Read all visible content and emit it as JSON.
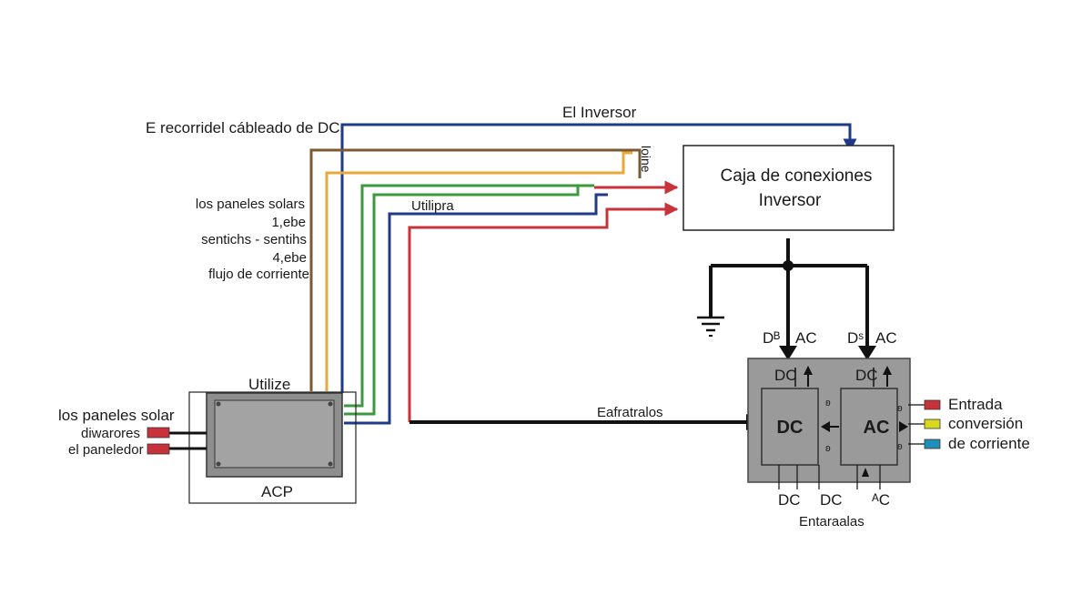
{
  "labels": {
    "inverter_title": "El Inversor",
    "dc_route": "E recorridel cábleado de DC",
    "vertical_tag": "loine",
    "utilize_top": "Utilipra",
    "panels_solars": "los paneles solars",
    "side_1": "1,ebe",
    "side_2": "sentichs - sentihs",
    "side_3": "4,ebe",
    "side_4": "flujo de corriente",
    "utilize_box": "Utilize",
    "acp": "ACP",
    "panels_solar": "los paneles solar",
    "divarores": "diwarores",
    "paneledor": "el paneledor",
    "eafratralos": "Eafratralos",
    "conn_line1": "Caja de conexiones",
    "conn_line2": "Inversor",
    "d_left": "Dᴮ",
    "ac_left": "AC",
    "d_right": "Dˢ",
    "ac_right": "AC",
    "dc_top_left": "DC",
    "dc_top_right": "DC",
    "dc_big": "DC",
    "ac_big": "AC",
    "bottom_dc1": "DC",
    "bottom_dc2": "DC",
    "bottom_ac": "ᴬC",
    "entaraalas": "Entaraalas",
    "legend_1": "Entrada",
    "legend_2": "conversión",
    "legend_3": "de corriente"
  },
  "colors": {
    "blue": "#1e3a8a",
    "orange": "#e8a83a",
    "green": "#3c9a3c",
    "brown": "#7a5a2e",
    "red": "#c8323a",
    "yellow": "#d8d81e",
    "teal": "#1e8fb8",
    "box_gray": "#9a9a9a"
  }
}
